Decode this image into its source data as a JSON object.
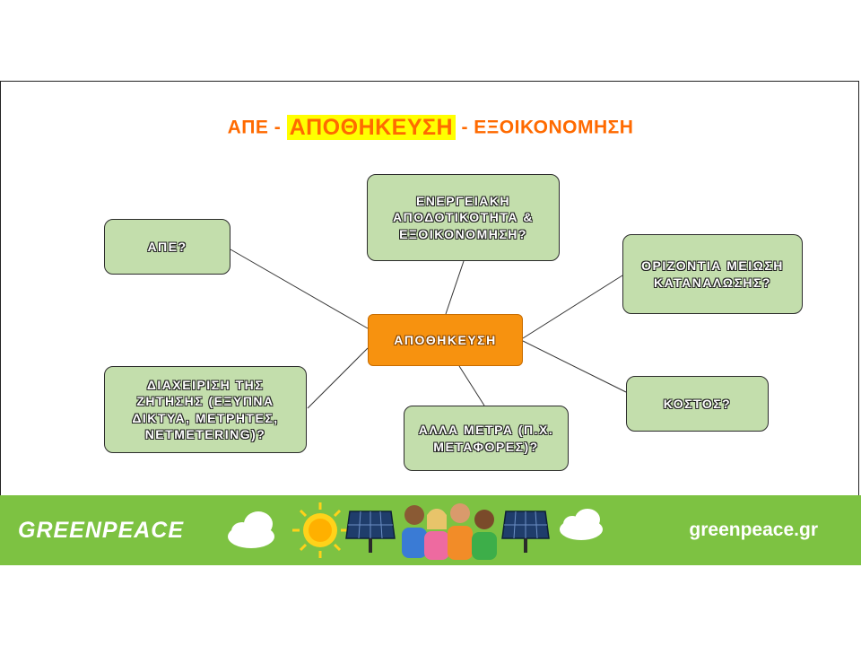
{
  "title": {
    "part1": "ΑΠΕ -",
    "highlight": "ΑΠΟΘΗΚΕΥΣΗ",
    "part2": "- ΕΞΟΙΚΟΝΟΜΗΣΗ"
  },
  "nodes": {
    "center": "ΑΠΟΘΗΚΕΥΣΗ",
    "res": "ΑΠΕ?",
    "efficiency": "ΕΝΕΡΓΕΙΑΚΗ ΑΠΟΔΟΤΙΚΟΤΗΤΑ & ΕΞΟΙΚΟΝΟΜΗΣΗ?",
    "limits": "ΟΡΙΖΟΝΤΙΑ ΜΕΙΩΣΗ ΚΑΤΑΝΑΛΩΣΗΣ?",
    "demand": "ΔΙΑΧΕΙΡΙΣΗ ΤΗΣ ΖΗΤΗΣΗΣ (ΕΞΥΠΝΑ ΔΙΚΤΥΑ, ΜΕΤΡΗΤΕΣ, NETMETERING)?",
    "other": "ΑΛΛΑ ΜΕΤΡΑ (Π.Χ. ΜΕΤΑΦΟΡΕΣ)?",
    "cost": "ΚΟΣΤΟΣ?"
  },
  "footer": {
    "brand": "GREENPEACE",
    "website": "greenpeace.gr"
  },
  "colors": {
    "center_fill": "#f7920f",
    "node_fill": "#c3deac",
    "footer_green": "#7dc242",
    "title_orange": "#ff6a00",
    "highlight_yellow": "#ffff00"
  }
}
